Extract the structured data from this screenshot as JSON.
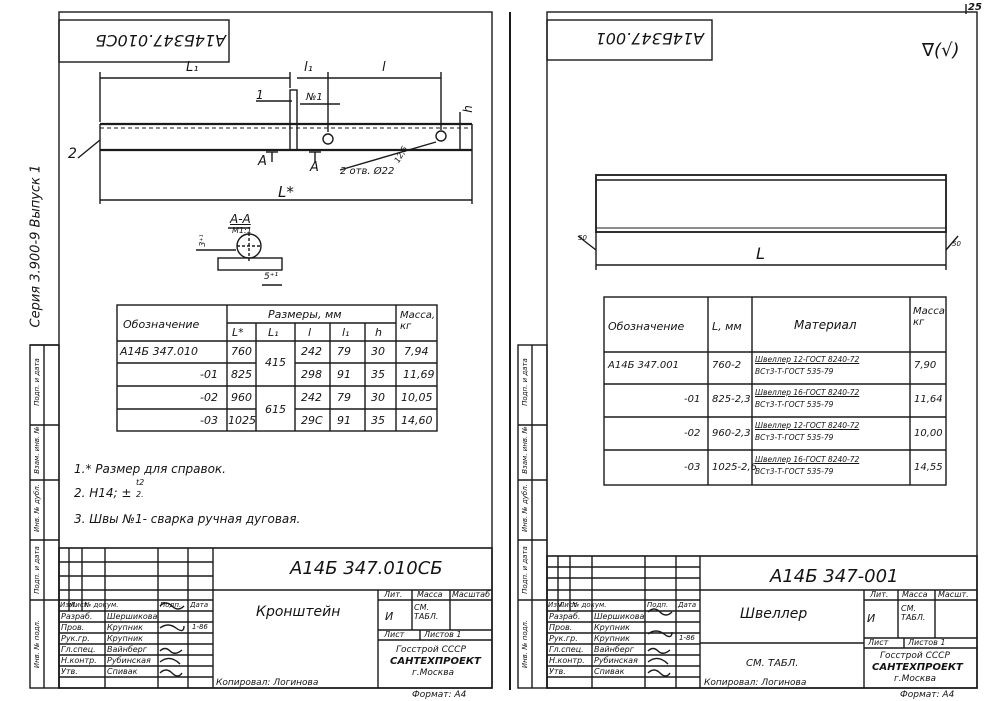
{
  "page_number": "25",
  "left": {
    "code_box": "A14Б347.010СБ",
    "side_text": "Серия 3.900-9  Выпуск 1",
    "dims": {
      "L1": "L₁",
      "l1": "l₁",
      "l": "l",
      "Lstar": "L*",
      "h": "h"
    },
    "callouts": {
      "pos1": "1",
      "pos2": "2",
      "weld": "№1",
      "holes": "2 отв. Ø22",
      "roughness": "12,5",
      "sec_a1": "A",
      "sec_a2": "A"
    },
    "section": {
      "title": "A-A",
      "scale": "M1:1",
      "dim1": "3⁺¹",
      "dim2": "5⁺¹"
    },
    "table": {
      "headers": {
        "designation": "Обозначение",
        "sizes": "Размеры, мм",
        "mass": "Масса, кг",
        "Lstar": "L*",
        "L1": "L₁",
        "l": "l",
        "l1": "l₁",
        "h": "h"
      },
      "rows": [
        {
          "des": "A14Б 347.010",
          "Lstar": "760",
          "L1": "415",
          "l": "242",
          "l1": "79",
          "h": "30",
          "mass": "7,94"
        },
        {
          "des": "-01",
          "Lstar": "825",
          "L1": "",
          "l": "298",
          "l1": "91",
          "h": "35",
          "mass": "11,69"
        },
        {
          "des": "-02",
          "Lstar": "960",
          "L1": "615",
          "l": "242",
          "l1": "79",
          "h": "30",
          "mass": "10,05"
        },
        {
          "des": "-03",
          "Lstar": "1025",
          "L1": "",
          "l": "29C",
          "l1": "91",
          "h": "35",
          "mass": "14,60"
        }
      ]
    },
    "notes": [
      "1.* Размер для справок.",
      "2. H14; ±",
      "3. Швы №1- сварка ручная дуговая."
    ],
    "note2_frac_top": "t2",
    "note2_frac_bot": "2.",
    "stamp": {
      "code": "A14Б 347.010СБ",
      "name": "Кронштейн",
      "lit": "Лит.",
      "mass": "Масса",
      "scale": "Масштаб",
      "lit_val": "И",
      "mass_val": "СМ. ТАБЛ.",
      "sheet": "Лист",
      "sheets": "Листов 1",
      "org1": "Госстрой СССР",
      "org2": "САНТЕХПРОЕКТ",
      "org3": "г.Москва",
      "header_cells": [
        "Изм.",
        "Лист",
        "№ докум.",
        "Подп.",
        "Дата"
      ],
      "roles": [
        {
          "role": "Разраб.",
          "name": "Шершикова"
        },
        {
          "role": "Пров.",
          "name": "Крупник"
        },
        {
          "role": "Рук.гр.",
          "name": "Крупник"
        },
        {
          "role": "Гл.спец.",
          "name": "Вайнберг"
        },
        {
          "role": "Н.контр.",
          "name": "Рубинская"
        },
        {
          "role": "Утв.",
          "name": "Спивак"
        }
      ],
      "dates": [
        "1-86"
      ]
    },
    "copied": "Копировал: Логинова",
    "format": "Формат: А4",
    "left_margin_cells": [
      "Подп. и дата",
      "Взам. инв. №",
      "Инв. № дубл.",
      "Подп. и дата",
      "Инв. № подл."
    ]
  },
  "right": {
    "code_box": "A14Б347.001",
    "roughness_mark": "∇(√)",
    "dim_L": "L",
    "rough_left": "50",
    "rough_right": "50",
    "table": {
      "headers": {
        "designation": "Обозначение",
        "L": "L, мм",
        "material": "Материал",
        "mass": "Масса кг"
      },
      "rows": [
        {
          "des": "A14Б 347.001",
          "L": "760-2",
          "mat_top": "Швеллер 12-ГОСТ 8240-72",
          "mat_bot": "ВСт3-Т-ГОСТ 535-79",
          "mass": "7,90"
        },
        {
          "des": "-01",
          "L": "825-2,3",
          "mat_top": "Швеллер 16-ГОСТ 8240-72",
          "mat_bot": "ВСт3-Т-ГОСТ 535-79",
          "mass": "11,64"
        },
        {
          "des": "-02",
          "L": "960-2,3",
          "mat_top": "Швеллер 12-ГОСТ 8240-72",
          "mat_bot": "ВСт3-Т-ГОСТ 535-79",
          "mass": "10,00"
        },
        {
          "des": "-03",
          "L": "1025-2,6",
          "mat_top": "Швеллер 16-ГОСТ 8240-72",
          "mat_bot": "ВСт3-Т-ГОСТ 535-79",
          "mass": "14,55"
        }
      ]
    },
    "stamp": {
      "code": "A14Б 347-001",
      "name": "Швеллер",
      "material": "СМ. ТАБЛ.",
      "lit": "Лит.",
      "mass": "Масса",
      "scale": "Масшт.",
      "lit_val": "И",
      "mass_val": "СМ. ТАБЛ.",
      "sheet": "Лист",
      "sheets": "Листов 1",
      "org1": "Госстрой СССР",
      "org2": "САНТЕХПРОЕКТ",
      "org3": "г.Москва",
      "header_cells": [
        "Изм.",
        "Лист",
        "№ докум.",
        "Подп.",
        "Дата"
      ],
      "roles": [
        {
          "role": "Разраб.",
          "name": "Шершикова"
        },
        {
          "role": "Пров.",
          "name": "Крупник"
        },
        {
          "role": "Рук.гр.",
          "name": "Крупник"
        },
        {
          "role": "Гл.спец.",
          "name": "Вайнберг"
        },
        {
          "role": "Н.контр.",
          "name": "Рубинская"
        },
        {
          "role": "Утв.",
          "name": "Спивак"
        }
      ],
      "dates": [
        "1-86"
      ]
    },
    "copied": "Копировал: Логинова",
    "format": "Формат: А4",
    "left_margin_cells": [
      "Подп. и дата",
      "Взам. инв. №",
      "Инв. № дубл.",
      "Подп. и дата",
      "Инв. № подл."
    ]
  }
}
